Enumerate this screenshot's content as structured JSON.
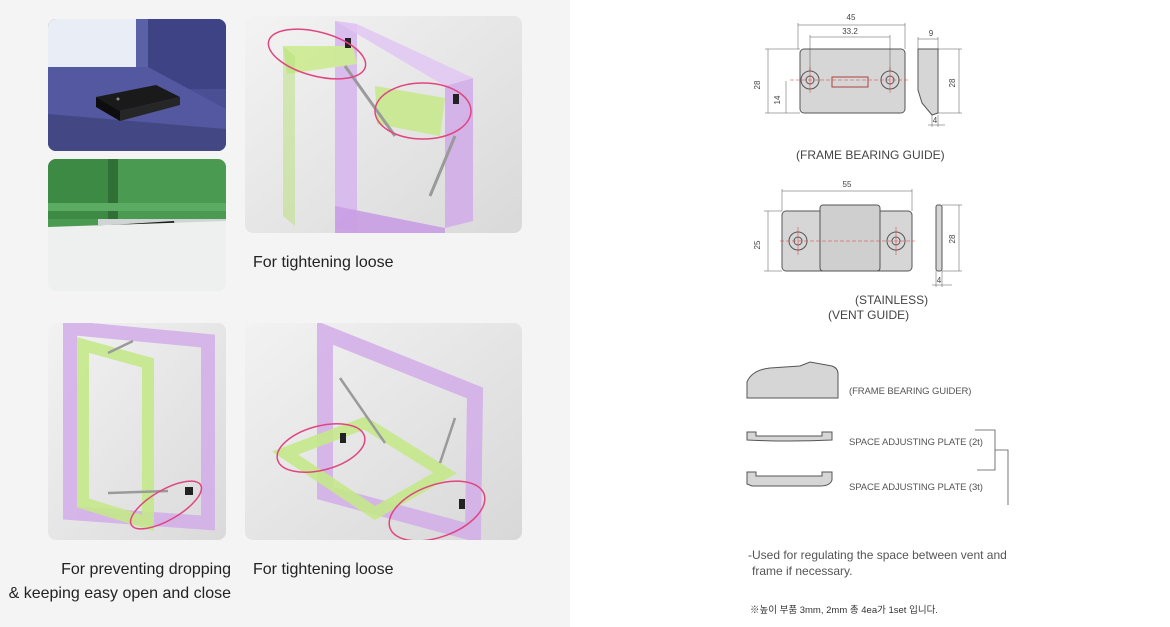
{
  "left": {
    "captions": {
      "tight_top": "For tightening loose",
      "prevent_line1": "For preventing dropping",
      "prevent_line2": "& keeping easy open and close",
      "tight_bottom": "For tightening loose"
    }
  },
  "right": {
    "frame_bearing_guide": {
      "dims": {
        "width": "45",
        "hole_spacing": "33.2",
        "height_left": "28",
        "half_height": "14",
        "thickness": "9",
        "height_right": "28",
        "foot": "4"
      },
      "label": "(FRAME BEARING GUIDE)"
    },
    "vent_guide": {
      "dims": {
        "width": "55",
        "height_left": "25",
        "height_right": "28",
        "foot": "4"
      },
      "label_line1": "(STAINLESS)",
      "label_line2": "(VENT GUIDE)"
    },
    "parts": {
      "guider": "(FRAME BEARING GUIDER)",
      "plate_2t": "SPACE ADJUSTING PLATE (2t)",
      "plate_3t": "SPACE ADJUSTING PLATE (3t)"
    },
    "note_line1": "-Used for regulating the space between vent and",
    "note_line2": "frame if necessary.",
    "note_kr": "※높이 부품 3mm, 2mm 총 4ea가 1set 입니다."
  },
  "colors": {
    "left_bg": "#f4f4f4",
    "frame_purple": "#c9a6e6",
    "sash_green": "#c4e88a",
    "highlight": "#e0457f",
    "photo_blue": "#4a4f93",
    "photo_green": "#4a9a52"
  }
}
